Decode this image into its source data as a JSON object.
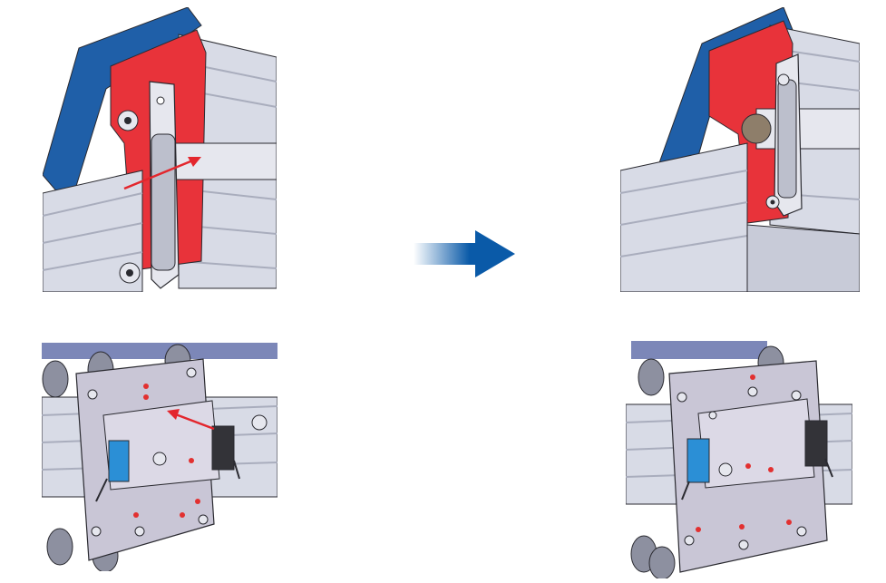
{
  "figure": {
    "steps": [
      {
        "name": "top-before",
        "description_icon": "bracket-insert-before"
      },
      {
        "name": "top-after",
        "description_icon": "bracket-installed"
      },
      {
        "name": "bottom-before",
        "description_icon": "plate-slide-before"
      },
      {
        "name": "bottom-after",
        "description_icon": "plate-installed"
      }
    ],
    "transition_icon": "arrow-right-icon"
  },
  "colors": {
    "frame_blue": "#1f5fa8",
    "bracket_red": "#e8333a",
    "aluminum": "#d8dbe6",
    "aluminum_dark": "#a9adbd",
    "steel": "#e6e7ee",
    "plate": "#c9c6d6",
    "arrow_blue": "#0a5aa8",
    "direction_red": "#e3262d",
    "switch_blue": "#2b8fd6",
    "switch_black": "#333338",
    "hole_red": "#e23030",
    "outline": "#2a2a30"
  }
}
